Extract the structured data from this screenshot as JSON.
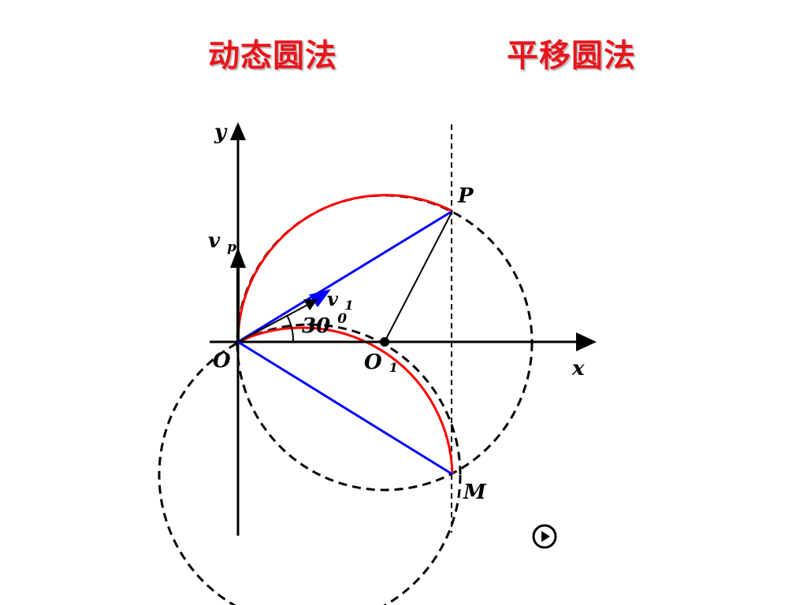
{
  "titles": {
    "left": "动态圆法",
    "right": "平移圆法"
  },
  "labels": {
    "y_axis": "y",
    "x_axis": "x",
    "origin": "O",
    "center_main": "O",
    "center_sub": "1",
    "point_p": "P",
    "point_m": "M",
    "vp_main": "v",
    "vp_sub": "p",
    "v1_main": "v",
    "v1_sub": "1",
    "angle_value": "30",
    "angle_sup": "0"
  },
  "colors": {
    "title": "#e8161c",
    "arc": "#ff0000",
    "vector": "#0000ff",
    "axis": "#000000"
  },
  "icons": {
    "play": "play-circle-icon"
  }
}
